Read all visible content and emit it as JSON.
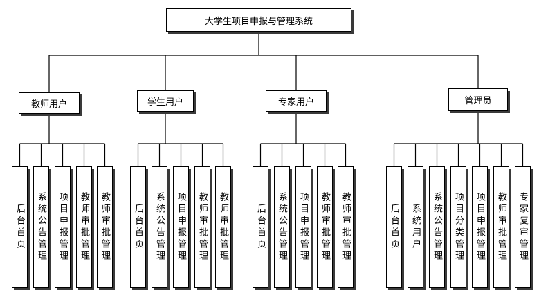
{
  "root": {
    "label": "大学生项目申报与管理系统"
  },
  "roles": [
    {
      "label": "教师用户",
      "children": [
        "后台首页",
        "系统公告管理",
        "项目申报管理",
        "教师审批管理",
        "教师审批管理"
      ]
    },
    {
      "label": "学生用户",
      "children": [
        "后台首页",
        "系统公告管理",
        "项目申报管理",
        "教师审批管理",
        "教师审批管理"
      ]
    },
    {
      "label": "专家用户",
      "children": [
        "后台首页",
        "系统公告管理",
        "项目申报管理",
        "教师审批管理",
        "教师审批管理"
      ]
    },
    {
      "label": "管理员",
      "children": [
        "后台首页",
        "系统用户",
        "系统公告管理",
        "项目分类管理",
        "项目申报管理",
        "教师审批管理",
        "专家复审管理"
      ]
    }
  ]
}
